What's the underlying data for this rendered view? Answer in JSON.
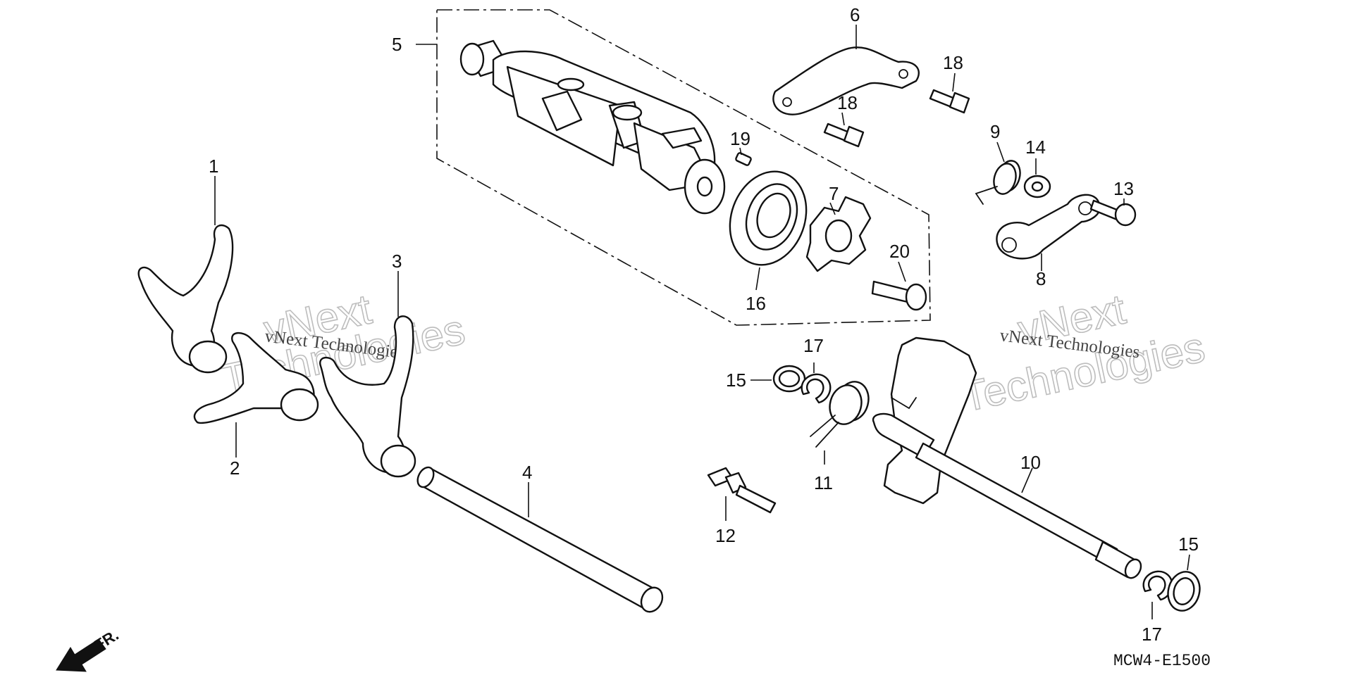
{
  "diagram_code": "MCW4-E1500",
  "direction_arrow": {
    "label": "FR.",
    "icon": "front-direction-arrow-icon"
  },
  "watermark": {
    "big_line1": "vNext",
    "big_line2": "Technologies",
    "small": "vNext Technologies"
  },
  "callouts": {
    "p1": "1",
    "p2": "2",
    "p3": "3",
    "p4": "4",
    "p5": "5",
    "p6": "6",
    "p7": "7",
    "p8": "8",
    "p9": "9",
    "p10": "10",
    "p11": "11",
    "p12": "12",
    "p13": "13",
    "p14": "14",
    "p15a": "15",
    "p15b": "15",
    "p16": "16",
    "p17a": "17",
    "p17b": "17",
    "p18a": "18",
    "p18b": "18",
    "p19": "19",
    "p20": "20"
  }
}
